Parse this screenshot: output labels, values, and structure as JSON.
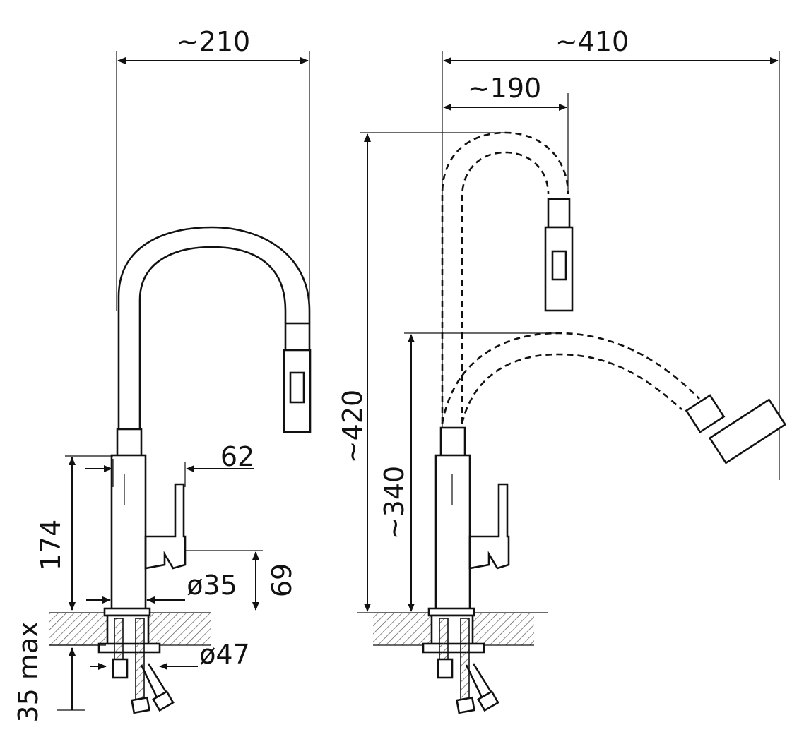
{
  "diagram": {
    "left_view": {
      "width_label": "~210",
      "lever_offset_label": "62",
      "body_height_label": "174",
      "lever_height_label": "69",
      "body_diameter_label": "ø35",
      "base_diameter_label": "ø47",
      "counter_thickness_label": "35 max"
    },
    "right_view": {
      "reach_label": "~410",
      "raised_reach_label": "~190",
      "raised_height_label": "~420",
      "lowered_height_label": "~340"
    },
    "colors": {
      "line": "#111111",
      "background": "#ffffff"
    }
  }
}
